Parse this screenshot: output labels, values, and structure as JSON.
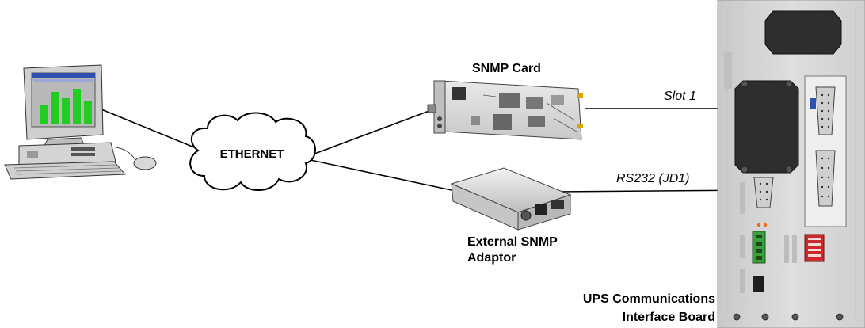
{
  "labels": {
    "ethernet": "ETHERNET",
    "snmp_card": "SNMP Card",
    "slot": "Slot 1",
    "rs232": "RS232 (JD1)",
    "external_adaptor_line1": "External SNMP",
    "external_adaptor_line2": "Adaptor",
    "board_line1": "UPS Communications",
    "board_line2": "Interface Board"
  },
  "colors": {
    "line": "#000000",
    "panel": "#d6d6d6",
    "monitor_screen": "#b9b9b9",
    "bar_green": "#22cc22",
    "pcb_green": "#3aa03a"
  }
}
